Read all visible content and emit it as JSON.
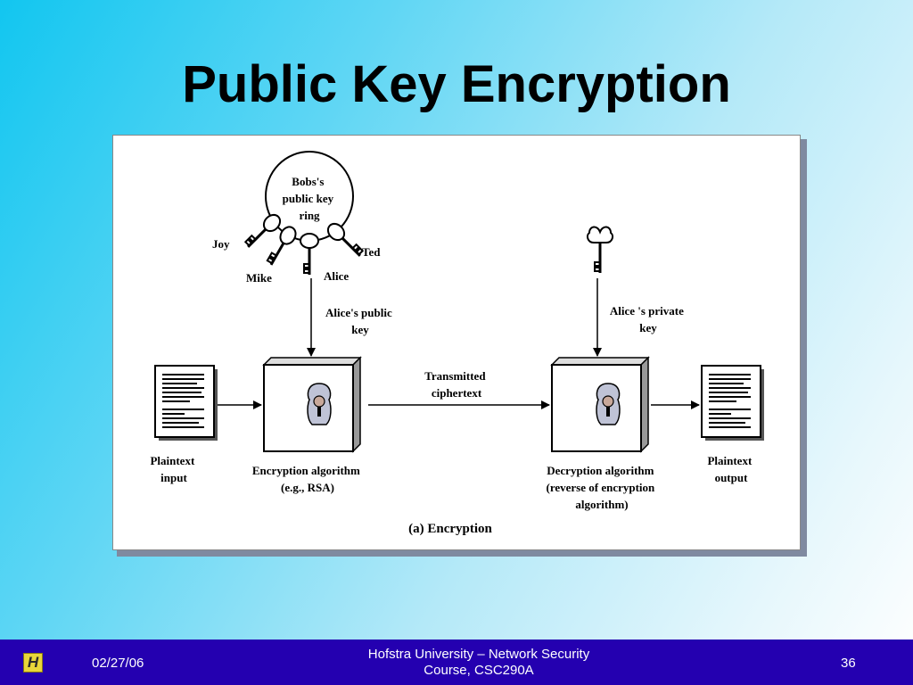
{
  "slide": {
    "title": "Public Key Encryption"
  },
  "diagram": {
    "key_ring": [
      "Bobs's",
      "public key",
      "ring"
    ],
    "key_names": {
      "joy": "Joy",
      "mike": "Mike",
      "alice": "Alice",
      "ted": "Ted"
    },
    "public_key_label": [
      "Alice's public",
      "key"
    ],
    "private_key_label": [
      "Alice 's private",
      "key"
    ],
    "transmitted": [
      "Transmitted",
      "ciphertext"
    ],
    "plaintext_input": [
      "Plaintext",
      "input"
    ],
    "encryption_algorithm": [
      "Encryption algorithm",
      "(e.g., RSA)"
    ],
    "decryption_algorithm": [
      "Decryption algorithm",
      "(reverse of encryption",
      "algorithm)"
    ],
    "plaintext_output": [
      "Plaintext",
      "output"
    ],
    "caption": "(a) Encryption"
  },
  "footer": {
    "logo": "H",
    "date": "02/27/06",
    "line1": "Hofstra University – Network Security",
    "line2": "Course, CSC290A",
    "page": "36"
  }
}
